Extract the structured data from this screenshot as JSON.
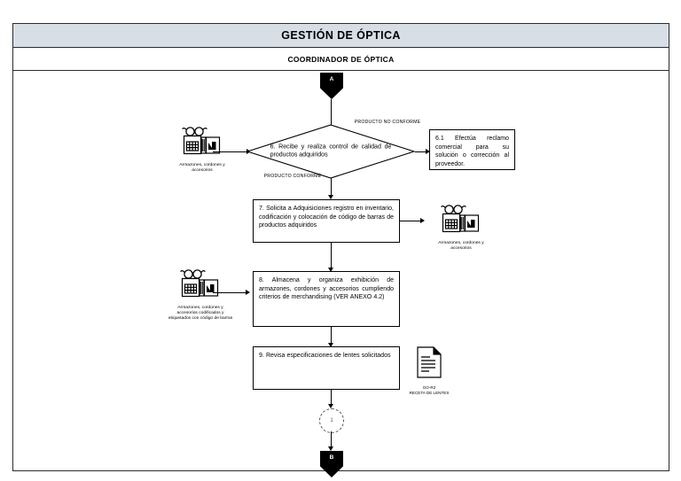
{
  "header": {
    "title": "GESTIÓN DE ÓPTICA",
    "role": "COORDINADOR DE ÓPTICA"
  },
  "chart_data": {
    "type": "diagram",
    "diagram_kind": "flowchart",
    "title": "GESTIÓN DE ÓPTICA",
    "swimlane": "COORDINADOR DE ÓPTICA",
    "nodes": [
      {
        "id": "A",
        "shape": "connector-pentagon",
        "label": "A"
      },
      {
        "id": "6",
        "shape": "decision",
        "label": "6. Recibe y realiza control de calidad de productos adquiridos"
      },
      {
        "id": "6.1",
        "shape": "process",
        "label": "6.1 Efectúa reclamo comercial para su solución o corrección al proveedor."
      },
      {
        "id": "7",
        "shape": "process",
        "label": "7. Solicita a Adquisiciones registro en inventario, codificación y colocación de código de barras de productos adquiridos"
      },
      {
        "id": "8",
        "shape": "process",
        "label": "8. Almacena y organiza exhibición de armazones, cordones y accesorios cumpliendo criterios de merchandising (VER ANEXO 4.2)"
      },
      {
        "id": "9",
        "shape": "process",
        "label": "9. Revisa especificaciones de lentes solicitados"
      },
      {
        "id": "c1",
        "shape": "connector-circle",
        "label": "1"
      },
      {
        "id": "B",
        "shape": "connector-pentagon",
        "label": "B"
      }
    ],
    "edges": [
      {
        "from": "A",
        "to": "6",
        "label": ""
      },
      {
        "from": "in-left-1",
        "to": "6",
        "label": ""
      },
      {
        "from": "6",
        "to": "6.1",
        "label": "PRODUCTO NO CONFORME"
      },
      {
        "from": "6",
        "to": "7",
        "label": "PRODUCTO CONFORME"
      },
      {
        "from": "7",
        "to": "out-right-1",
        "label": ""
      },
      {
        "from": "in-left-2",
        "to": "8",
        "label": ""
      },
      {
        "from": "7",
        "to": "8",
        "label": ""
      },
      {
        "from": "8",
        "to": "9",
        "label": ""
      },
      {
        "from": "9",
        "to": "c1",
        "label": ""
      },
      {
        "from": "c1",
        "to": "B",
        "label": ""
      }
    ],
    "artifacts": [
      {
        "id": "art1",
        "kind": "inventory-icon",
        "caption": "Armazones, cordones y accesorios"
      },
      {
        "id": "art2",
        "kind": "inventory-icon",
        "caption": "Armazones, cordones y accesorios"
      },
      {
        "id": "art3",
        "kind": "inventory-icon",
        "caption": "Armazones, cordones y accesorios codificados y etiquetados con código de barras"
      },
      {
        "id": "art4",
        "kind": "document-icon",
        "code": "GO-R2",
        "caption": "RECETA DE LENTES"
      }
    ]
  },
  "nodes": {
    "connector_a": "A",
    "connector_b": "B",
    "connector_1": "1",
    "decision_6": "6. Recibe y realiza control de calidad de productos adquiridos",
    "box_61": "6.1 Efectúa reclamo comercial para su solución o corrección al proveedor.",
    "box_7": "7. Solicita a Adquisiciones registro en inventario, codificación y colocación de código de barras de productos adquiridos",
    "box_8": "8. Almacena y organiza exhibición de armazones, cordones y accesorios cumpliendo criterios de merchandising (VER ANEXO 4.2)",
    "box_9": "9. Revisa especificaciones de lentes solicitados"
  },
  "edge_labels": {
    "no_conforme": "PRODUCTO NO CONFORME",
    "conforme": "PRODUCTO CONFORME"
  },
  "artifacts": {
    "icon1_caption": "Armazones, cordones y accesorios",
    "icon2_caption": "Armazones, cordones y accesorios",
    "icon3_caption": "Armazones, cordones y accesorios codificados y etiquetados con código de barras",
    "doc_code": "GO-R2",
    "doc_caption": "RECETA DE LENTES"
  },
  "colors": {
    "header_band": "#d8dee6",
    "line": "#000000",
    "border": "#2b2b2b"
  }
}
